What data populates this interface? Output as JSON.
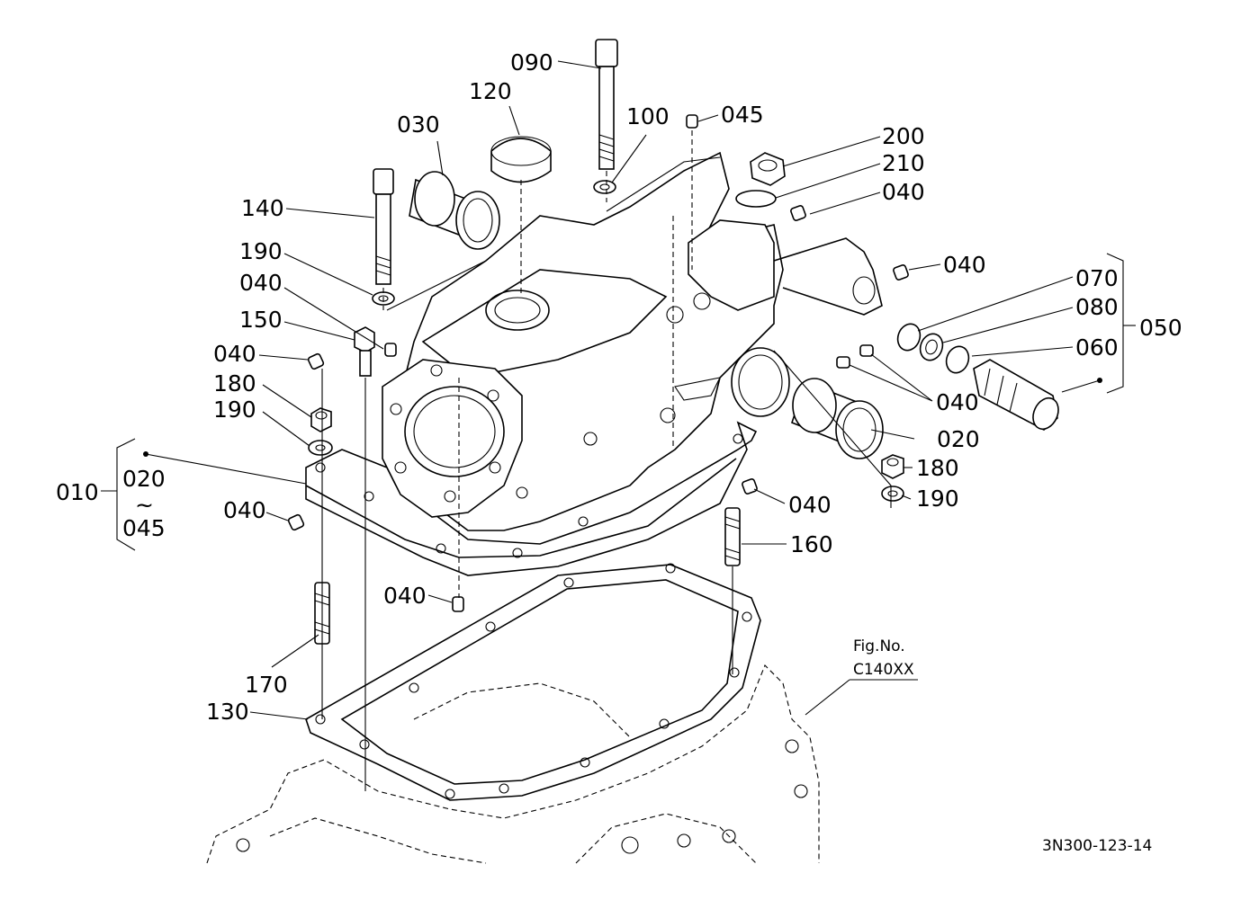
{
  "labels": {
    "p090": "090",
    "p120": "120",
    "p100": "100",
    "p045a": "045",
    "p030": "030",
    "p200": "200",
    "p210": "210",
    "p040a": "040",
    "p140": "140",
    "p040b": "040",
    "p190a": "190",
    "p040c": "040",
    "p070": "070",
    "p080": "080",
    "p050": "050",
    "p150": "150",
    "p060": "060",
    "p040d": "040",
    "p180a": "180",
    "p040e": "040",
    "p190b": "190",
    "p020a": "020",
    "p010": "010",
    "p020b": "020",
    "tilde": "~",
    "p045b": "045",
    "p180b": "180",
    "p190c": "190",
    "p040f": "040",
    "p040g": "040",
    "p160": "160",
    "p040h": "040",
    "p170": "170",
    "p130": "130"
  },
  "figure_ref": {
    "line1": "Fig.No.",
    "line2": "C140XX"
  },
  "drawing_code": "3N300-123-14"
}
